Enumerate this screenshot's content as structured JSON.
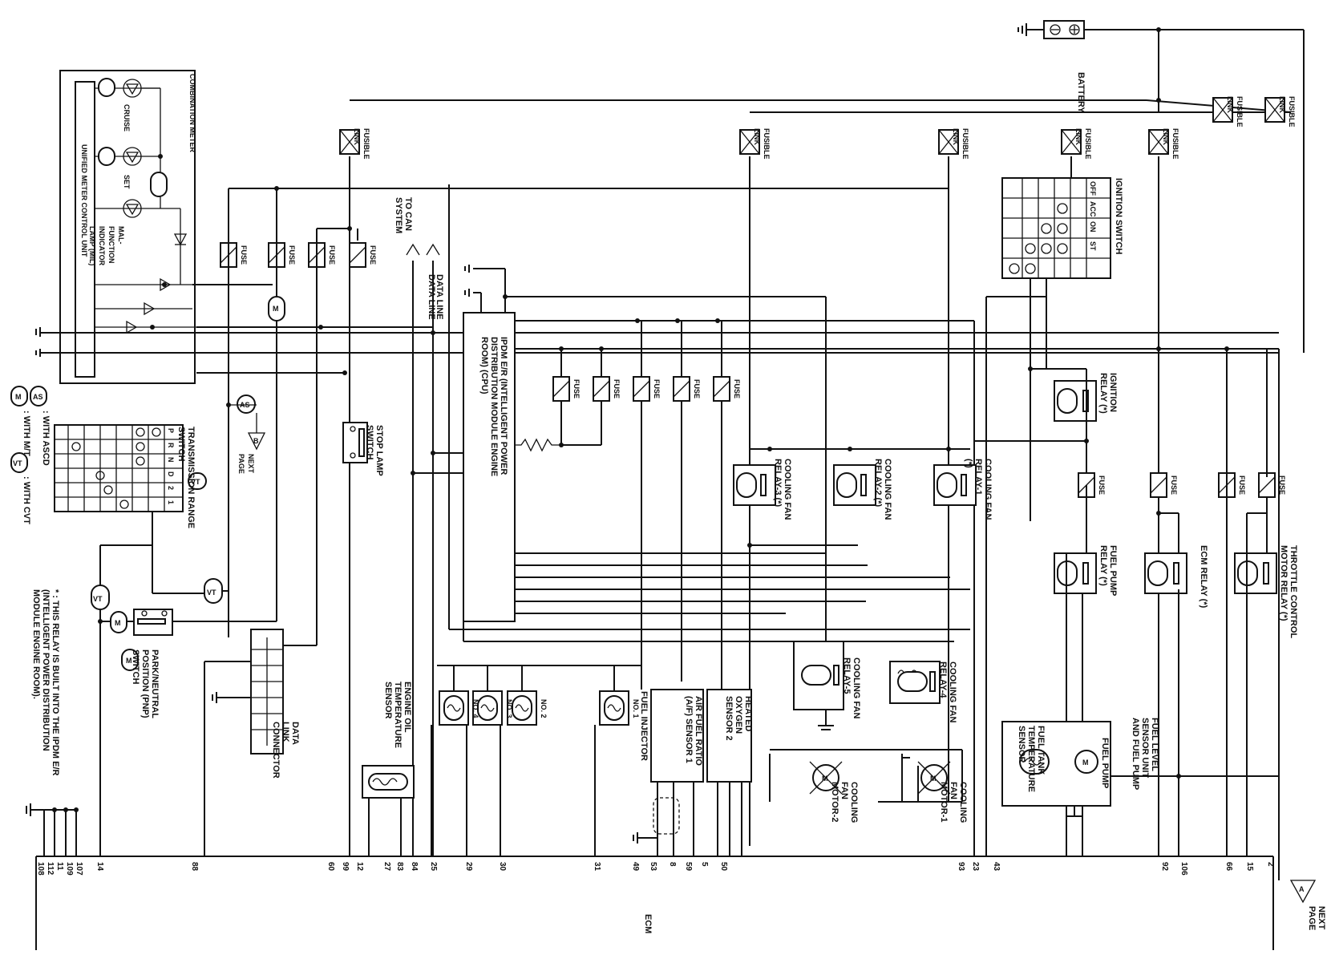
{
  "components": {
    "battery": "BATTERY",
    "fusible_link": "FUSIBLE\nLINK",
    "fuse": "FUSE",
    "combination_meter": "COMBINATION METER",
    "unified_meter": "UNIFIED METER CONTROL UNIT",
    "cruise": "CRUISE",
    "set": "SET",
    "mil": "MAL-\nFUNCTION\nINDICATOR\nLAMP (MIL)",
    "to_can": "TO CAN\nSYSTEM",
    "data_line": "DATA LINE",
    "ipdm": "IPDM E/R (INTELLIGENT POWER\nDISTRIBUTION MODULE ENGINE\nROOM) (CPU)",
    "ignition_switch": "IGNITION SWITCH",
    "ign_positions": [
      "OFF",
      "ACC",
      "ON",
      "ST"
    ],
    "ignition_relay": "IGNITION\nRELAY (*)",
    "fuel_pump_relay": "FUEL PUMP\nRELAY (*)",
    "ecm_relay": "ECM RELAY (*)",
    "throttle_relay": "THROTTLE CONTROL\nMOTOR RELAY (*)",
    "cooling_fan_relay_1": "COOLING FAN\nRELAY-1\n(*)",
    "cooling_fan_relay_2": "COOLING FAN\nRELAY-2 (*)",
    "cooling_fan_relay_3": "COOLING FAN\nRELAY-3 (*)",
    "cooling_fan_relay_4": "COOLING FAN\nRELAY-4",
    "cooling_fan_relay_5": "COOLING FAN\nRELAY-5",
    "cooling_fan_motor_1": "COOLING\nFAN\nMOTOR-1",
    "cooling_fan_motor_2": "COOLING\nFAN\nMOTOR-2",
    "fuel_level_unit": "FUEL LEVEL\nSENSOR UNIT\nAND FUEL PUMP",
    "fuel_pump": "FUEL PUMP",
    "fuel_tank_temp": "FUEL TANK\nTEMPERATURE\nSENSOR",
    "heated_o2": "HEATED\nOXYGEN\nSENSOR 2",
    "af_sensor": "AIR FUEL RATIO\n(A/F) SENSOR 1",
    "fuel_injector": "FUEL INJECTOR",
    "inj_no1": "NO. 1",
    "inj_no2": "NO. 2",
    "inj_no3": "NO. 3",
    "inj_no4": "NO. 4",
    "engine_oil_temp": "ENGINE OIL\nTEMPERATURE\nSENSOR",
    "stop_lamp": "STOP LAMP\nSWITCH",
    "data_link": "DATA\nLINK\nCONNECTOR",
    "pnp_switch": "PARK/NEUTRAL\nPOSITION (PNP)\nSWITCH",
    "trans_range": "TRANSMISSION RANGE\nSWITCH",
    "trans_positions": [
      "P",
      "R",
      "N",
      "D",
      "2",
      "1"
    ],
    "next_page": "NEXT\nPAGE",
    "ecm": "ECM",
    "legend_as": ": WITH ASCD",
    "legend_m": ": WITH M/T",
    "legend_vt": ": WITH CVT",
    "footnote": "* : THIS RELAY IS BUILT INTO THE IPDM E/R\n(INTELLIGENT POWER DISTRIBUTION\nMODULE ENGINE ROOM).",
    "tag_as": "AS",
    "tag_m": "M",
    "tag_vt": "VT",
    "tag_a": "A",
    "tag_b": "B"
  },
  "ecm_pins_left": [
    "108",
    "112",
    "11",
    "109",
    "107",
    "14",
    "88",
    "60",
    "99",
    "12",
    "27",
    "83",
    "84",
    "25",
    "29",
    "30",
    "31",
    "49",
    "53",
    "8",
    "59",
    "5",
    "50"
  ],
  "ecm_pins_right": [
    "93",
    "23",
    "43",
    "92",
    "106",
    "66",
    "15",
    "2"
  ]
}
